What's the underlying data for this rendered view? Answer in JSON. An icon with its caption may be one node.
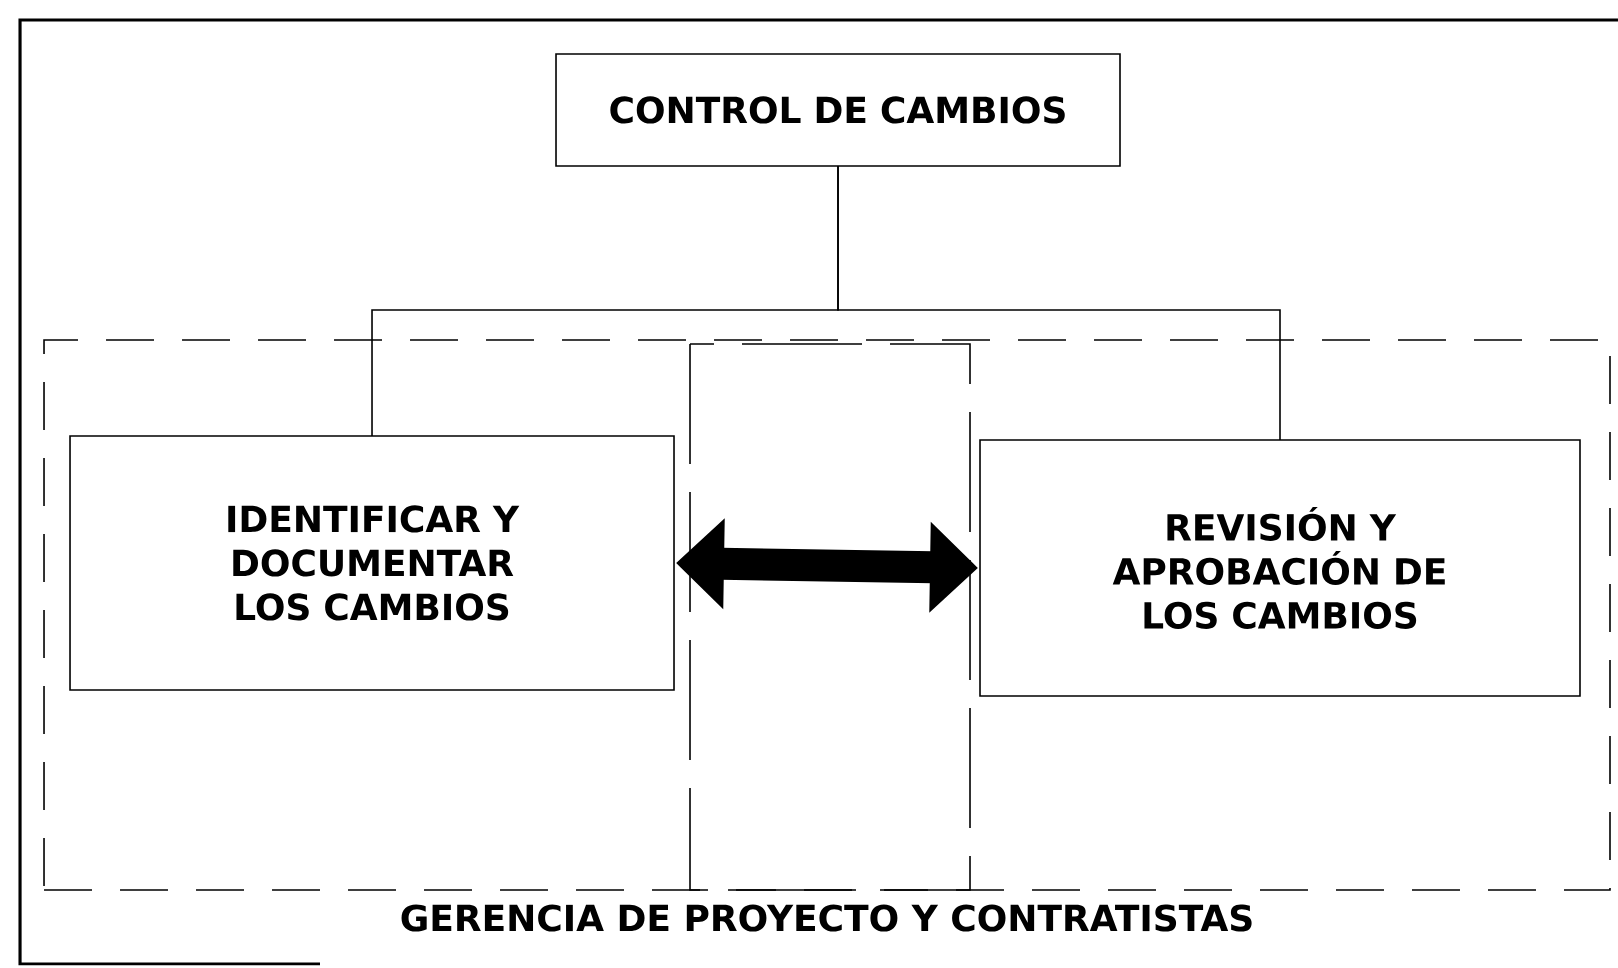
{
  "diagram": {
    "nodes": [
      {
        "text": [
          "CONTROL DE CAMBIOS"
        ]
      },
      {
        "text": [
          "GERENCIA DE PROYECTO Y CONTRATISTAS"
        ]
      },
      {
        "text": [
          "IDENTIFICAR Y DOCUMENTAR LOS CAMBIOS"
        ],
        "in": 1
      },
      {
        "text": [
          "REVISIÓN Y APROBACIÓN DE LOS CAMBIOS"
        ],
        "in": 1
      }
    ],
    "edges": [
      {
        "from": 0,
        "to": 2,
        "arrow": "none"
      },
      {
        "from": 0,
        "to": 3,
        "arrow": "none"
      },
      {
        "from": 2,
        "to": 3,
        "arrow": "both",
        "style": "thick"
      }
    ]
  }
}
